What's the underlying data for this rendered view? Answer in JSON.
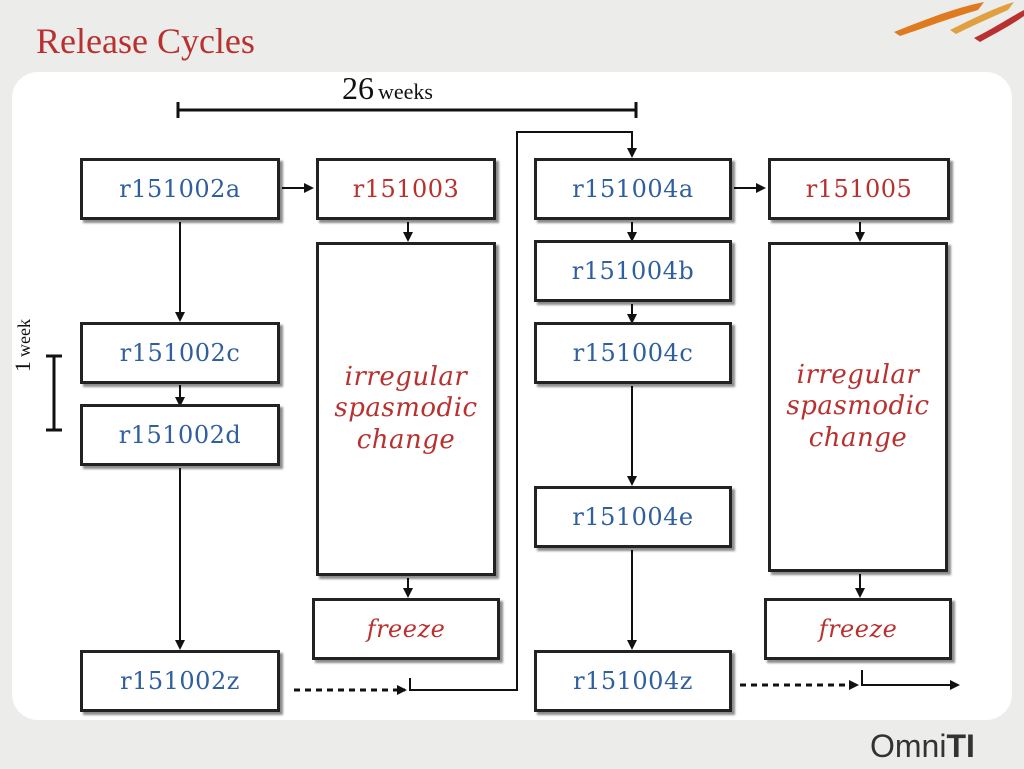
{
  "slide": {
    "title": "Release Cycles",
    "span_26": {
      "number": "26",
      "unit": "weeks"
    },
    "span_1": {
      "number": "1",
      "unit": "week"
    },
    "logo": {
      "prefix": "Omni",
      "suffix": "TI"
    }
  },
  "releases": {
    "r151002a": "r151002a",
    "r151002c": "r151002c",
    "r151002d": "r151002d",
    "r151002z": "r151002z",
    "r151003": "r151003",
    "r151004a": "r151004a",
    "r151004b": "r151004b",
    "r151004c": "r151004c",
    "r151004e": "r151004e",
    "r151004z": "r151004z",
    "r151005": "r151005"
  },
  "change_block": {
    "line1": "irregular",
    "line2": "spasmodic",
    "line3": "change"
  },
  "freeze_label": "freeze",
  "colors": {
    "stable": "#2f5f9e",
    "dev": "#b8312f",
    "accent_orange": "#e07a1f"
  }
}
